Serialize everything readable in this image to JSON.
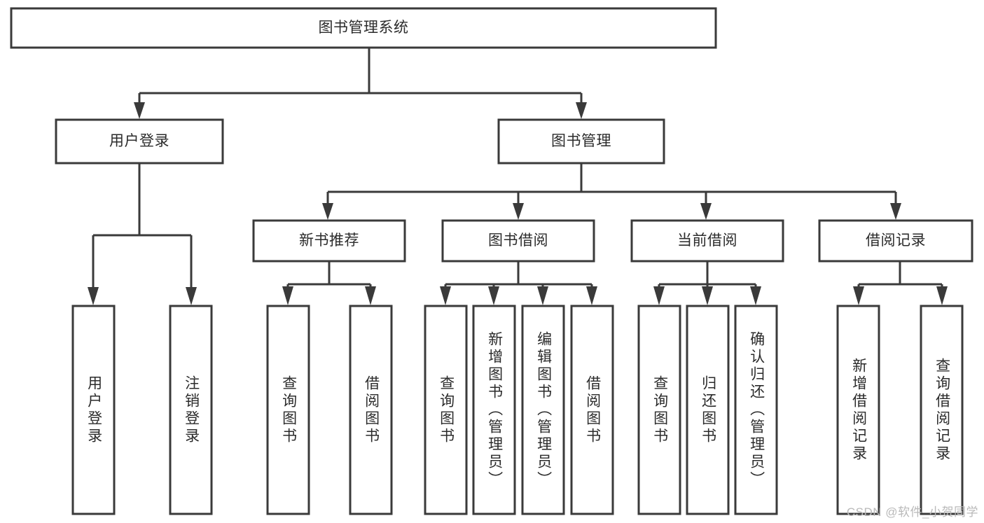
{
  "diagram": {
    "type": "tree-hierarchy",
    "title": "图书管理系统",
    "watermark": "CSDN @软件_小贺同学",
    "colors": {
      "stroke": "#3a3a3a",
      "box_fill": "#ffffff",
      "text": "#2b2b2b",
      "background": "#ffffff",
      "watermark": "#b9b9b9"
    },
    "nodes": {
      "root": {
        "label": "图书管理系统"
      },
      "level2": [
        {
          "id": "user-login",
          "label": "用户登录"
        },
        {
          "id": "book-management",
          "label": "图书管理"
        }
      ],
      "level3": [
        {
          "id": "new-book-recommend",
          "label": "新书推荐"
        },
        {
          "id": "book-borrow",
          "label": "图书借阅"
        },
        {
          "id": "current-borrow",
          "label": "当前借阅"
        },
        {
          "id": "borrow-record",
          "label": "借阅记录"
        }
      ],
      "leaves": {
        "user-login": [
          {
            "id": "leaf-user-login",
            "label": "用户登录"
          },
          {
            "id": "leaf-logout-login",
            "label": "注销登录"
          }
        ],
        "new-book-recommend": [
          {
            "id": "leaf-query-book-1",
            "label": "查询图书"
          },
          {
            "id": "leaf-borrow-book-1",
            "label": "借阅图书"
          }
        ],
        "book-borrow": [
          {
            "id": "leaf-query-book-2",
            "label": "查询图书"
          },
          {
            "id": "leaf-add-book",
            "label": "新增图书（管理员）"
          },
          {
            "id": "leaf-edit-book",
            "label": "编辑图书（管理员）"
          },
          {
            "id": "leaf-borrow-book-2",
            "label": "借阅图书"
          }
        ],
        "current-borrow": [
          {
            "id": "leaf-query-book-3",
            "label": "查询图书"
          },
          {
            "id": "leaf-return-book",
            "label": "归还图书"
          },
          {
            "id": "leaf-confirm-return",
            "label": "确认归还（管理员）"
          }
        ],
        "borrow-record": [
          {
            "id": "leaf-add-record",
            "label": "新增借阅记录"
          },
          {
            "id": "leaf-query-record",
            "label": "查询借阅记录"
          }
        ]
      }
    }
  }
}
